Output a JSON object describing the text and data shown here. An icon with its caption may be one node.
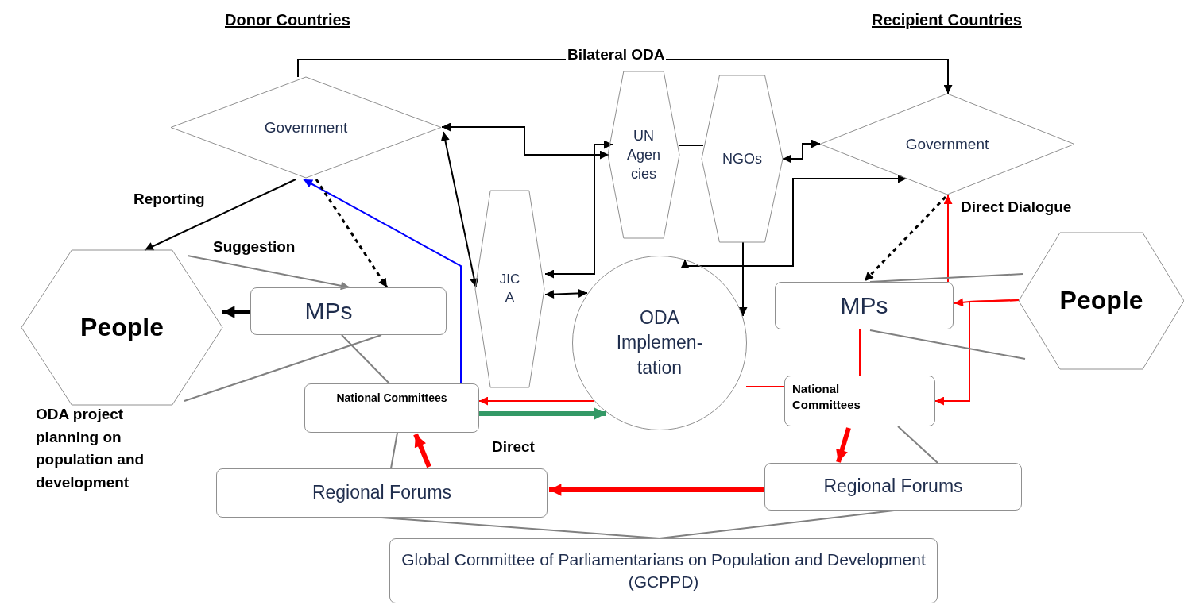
{
  "diagram": {
    "nodes": [
      {
        "text": [
          "Government"
        ]
      },
      {
        "text": [
          "UN Agen cies"
        ]
      },
      {
        "text": [
          "NGOs"
        ]
      },
      {
        "text": [
          "Government"
        ]
      },
      {
        "text": [
          "People"
        ]
      },
      {
        "text": [
          "MPs"
        ]
      },
      {
        "text": [
          "JIC A"
        ]
      },
      {
        "text": [
          "ODA Implemen- tation"
        ]
      },
      {
        "text": [
          "MPs"
        ]
      },
      {
        "text": [
          "People"
        ]
      },
      {
        "text": [
          "National Committees"
        ]
      },
      {
        "text": [
          "National Committees"
        ]
      },
      {
        "text": [
          "Regional Forums"
        ]
      },
      {
        "text": [
          "Regional Forums"
        ]
      },
      {
        "text": [
          "Global Committee of Parliamentarians on Population and Development (GCPPD)"
        ]
      }
    ],
    "edges": [
      {
        "from": 0,
        "to": 3,
        "arrow": "to",
        "label": "Bilateral ODA"
      },
      {
        "from": 1,
        "to": 0,
        "arrow": "both"
      },
      {
        "from": 6,
        "to": 1,
        "arrow": "both"
      },
      {
        "from": 0,
        "to": 6,
        "arrow": "both"
      },
      {
        "from": 1,
        "to": 2,
        "arrow": "none"
      },
      {
        "from": 2,
        "to": 3,
        "arrow": "both"
      },
      {
        "from": 6,
        "to": 7,
        "arrow": "both"
      },
      {
        "from": 3,
        "to": 7,
        "arrow": "both"
      },
      {
        "from": 2,
        "to": 7,
        "arrow": "to"
      },
      {
        "from": 0,
        "to": 4,
        "arrow": "to",
        "label": "Reporting"
      },
      {
        "from": 10,
        "to": 0,
        "arrow": "to",
        "color": "#0000ff"
      },
      {
        "from": 0,
        "to": 5,
        "arrow": "to",
        "style": "dashed"
      },
      {
        "from": 5,
        "to": 4,
        "arrow": "to",
        "style": "thick"
      },
      {
        "from": 4,
        "to": 5,
        "arrow": "to",
        "label": "Suggestion",
        "color": "#808080"
      },
      {
        "from": 4,
        "to": 5,
        "arrow": "none",
        "color": "#808080"
      },
      {
        "from": 5,
        "to": 10,
        "arrow": "none",
        "color": "#808080"
      },
      {
        "from": 7,
        "to": 10,
        "arrow": "to",
        "color": "#ff0000"
      },
      {
        "from": 10,
        "to": 7,
        "arrow": "to",
        "label": "Direct",
        "style": "thick",
        "color": "#339966"
      },
      {
        "from": 12,
        "to": 10,
        "arrow": "to",
        "style": "thick",
        "color": "#ff0000"
      },
      {
        "from": 13,
        "to": 12,
        "arrow": "to",
        "style": "thick",
        "color": "#ff0000"
      },
      {
        "from": 11,
        "to": 13,
        "arrow": "to",
        "style": "thick",
        "color": "#ff0000"
      },
      {
        "from": 12,
        "to": 10,
        "arrow": "none",
        "color": "#808080"
      },
      {
        "from": 12,
        "to": 14,
        "arrow": "none",
        "color": "#808080"
      },
      {
        "from": 13,
        "to": 14,
        "arrow": "none",
        "color": "#808080"
      },
      {
        "from": 11,
        "to": 13,
        "arrow": "none",
        "color": "#808080"
      },
      {
        "from": 3,
        "to": 8,
        "arrow": "to",
        "style": "dashed"
      },
      {
        "from": 8,
        "to": 3,
        "arrow": "to",
        "label": "Direct Dialogue",
        "color": "#ff0000"
      },
      {
        "from": 9,
        "to": 8,
        "arrow": "to",
        "color": "#ff0000"
      },
      {
        "from": 9,
        "to": 11,
        "arrow": "to",
        "color": "#ff0000"
      },
      {
        "from": 9,
        "to": 8,
        "arrow": "none",
        "color": "#808080"
      },
      {
        "from": 9,
        "to": 8,
        "arrow": "none",
        "color": "#808080"
      },
      {
        "from": 7,
        "to": 11,
        "arrow": "none",
        "color": "#ff0000"
      },
      {
        "from": 8,
        "to": 11,
        "arrow": "none",
        "color": "#ff0000"
      }
    ],
    "labels": [
      "Donor Countries",
      "Recipient Countries",
      "ODA project planning on population and development"
    ]
  }
}
